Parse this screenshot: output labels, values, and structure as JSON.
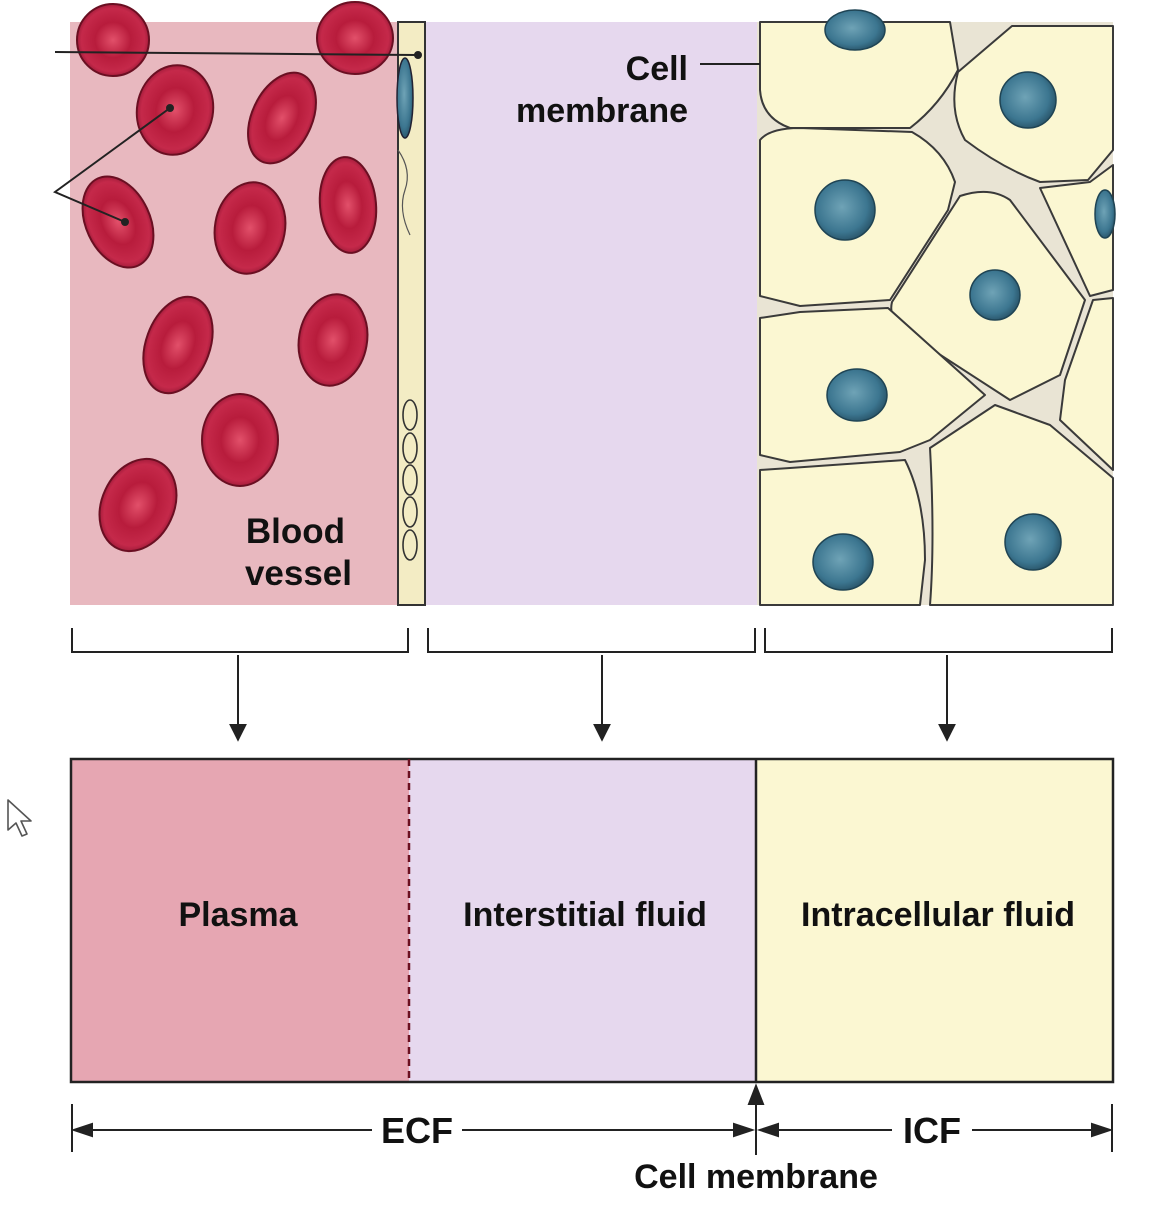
{
  "labels": {
    "cell_membrane_top_line1": "Cell",
    "cell_membrane_top_line2": "membrane",
    "blood_vessel_line1": "Blood",
    "blood_vessel_line2": "vessel",
    "plasma": "Plasma",
    "interstitial_fluid": "Interstitial fluid",
    "intracellular_fluid": "Intracellular fluid",
    "ecf": "ECF",
    "icf": "ICF",
    "cell_membrane_bottom": "Cell membrane"
  },
  "colors": {
    "plasma": "#e6a6b2",
    "vessel_bg": "#e8b8bf",
    "interstitial": "#e6d8ee",
    "intracellular": "#fbf7d2",
    "cell_fill": "#fbf7d2",
    "rbc": "#c22746",
    "rbc_dark": "#8a1330",
    "nucleus": "#3f7d95",
    "endothelium": "#f3ecc4",
    "line": "#2b2b2b"
  },
  "icons": {
    "cursor": "mouse-pointer-icon"
  }
}
